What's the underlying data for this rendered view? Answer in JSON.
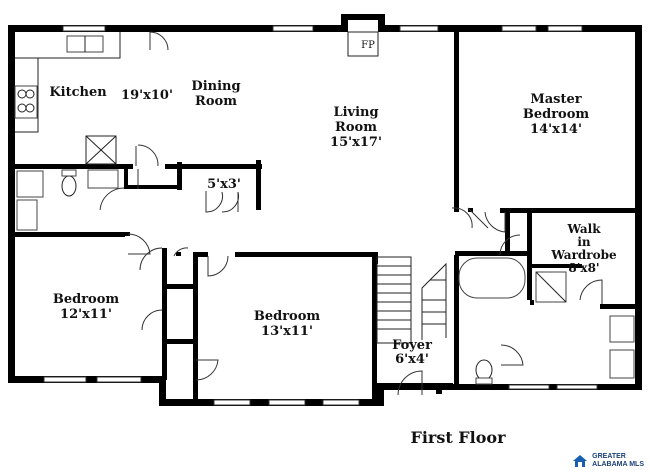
{
  "floor_title": "First Floor",
  "rooms": {
    "kitchen": {
      "name": "Kitchen"
    },
    "kitchen_size": {
      "size": "19'x10'"
    },
    "dining": {
      "name1": "Dining",
      "name2": "Room"
    },
    "living": {
      "name1": "Living",
      "name2": "Room",
      "size": "15'x17'"
    },
    "master": {
      "name1": "Master",
      "name2": "Bedroom",
      "size": "14'x14'"
    },
    "closet": {
      "size": "5'x3'"
    },
    "walkin": {
      "name1": "Walk",
      "name2": "in",
      "name3": "Wardrobe",
      "size": "8'x8'"
    },
    "bedroom_left": {
      "name": "Bedroom",
      "size": "12'x11'"
    },
    "bedroom_mid": {
      "name": "Bedroom",
      "size": "13'x11'"
    },
    "foyer": {
      "name": "Foyer",
      "size": "6'x4'"
    },
    "fireplace": {
      "label": "FP"
    }
  },
  "brand": {
    "line1": "GREATER",
    "line2": "ALABAMA MLS",
    "icon": "house-logo-icon",
    "color": "#1a5fb4"
  }
}
